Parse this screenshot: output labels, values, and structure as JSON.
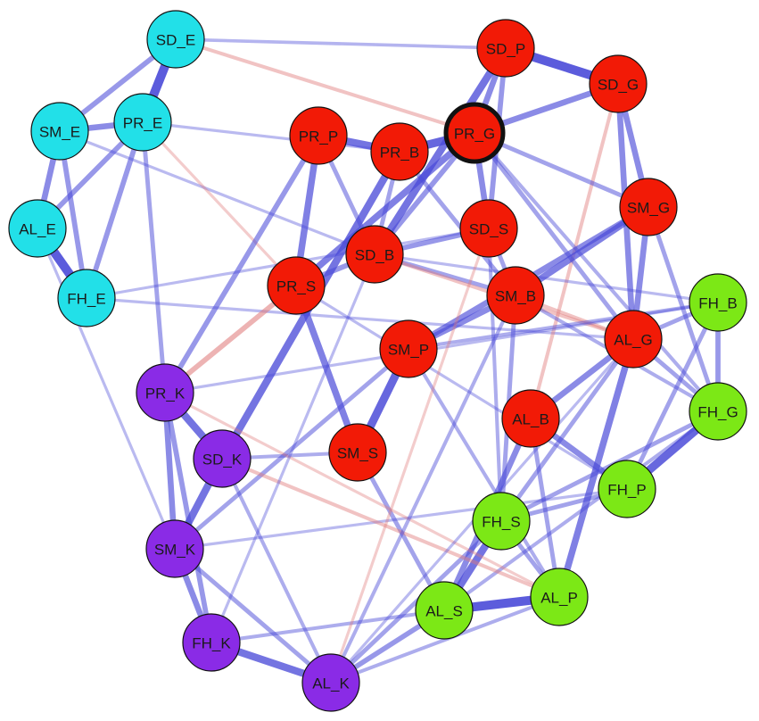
{
  "groups": {
    "cyan": {
      "color": "#22e0e8"
    },
    "red": {
      "color": "#f21a06"
    },
    "purple": {
      "color": "#8a2be6"
    },
    "green": {
      "color": "#7ce816"
    }
  },
  "edge_colors": {
    "positive": "#4a4ad8",
    "negative": "#e07a7a"
  },
  "highlighted_node": "PR_G",
  "nodes": [
    {
      "id": "SD_E",
      "label": "SD_E",
      "group": "cyan"
    },
    {
      "id": "SM_E",
      "label": "SM_E",
      "group": "cyan"
    },
    {
      "id": "PR_E",
      "label": "PR_E",
      "group": "cyan"
    },
    {
      "id": "AL_E",
      "label": "AL_E",
      "group": "cyan"
    },
    {
      "id": "FH_E",
      "label": "FH_E",
      "group": "cyan"
    },
    {
      "id": "SD_P",
      "label": "SD_P",
      "group": "red"
    },
    {
      "id": "SD_G",
      "label": "SD_G",
      "group": "red"
    },
    {
      "id": "PR_P",
      "label": "PR_P",
      "group": "red"
    },
    {
      "id": "PR_B",
      "label": "PR_B",
      "group": "red"
    },
    {
      "id": "PR_G",
      "label": "PR_G",
      "group": "red"
    },
    {
      "id": "SD_S",
      "label": "SD_S",
      "group": "red"
    },
    {
      "id": "SM_G",
      "label": "SM_G",
      "group": "red"
    },
    {
      "id": "SD_B",
      "label": "SD_B",
      "group": "red"
    },
    {
      "id": "PR_S",
      "label": "PR_S",
      "group": "red"
    },
    {
      "id": "SM_B",
      "label": "SM_B",
      "group": "red"
    },
    {
      "id": "SM_P",
      "label": "SM_P",
      "group": "red"
    },
    {
      "id": "AL_G",
      "label": "AL_G",
      "group": "red"
    },
    {
      "id": "AL_B",
      "label": "AL_B",
      "group": "red"
    },
    {
      "id": "SM_S",
      "label": "SM_S",
      "group": "red"
    },
    {
      "id": "FH_B",
      "label": "FH_B",
      "group": "green"
    },
    {
      "id": "FH_G",
      "label": "FH_G",
      "group": "green"
    },
    {
      "id": "FH_P",
      "label": "FH_P",
      "group": "green"
    },
    {
      "id": "FH_S",
      "label": "FH_S",
      "group": "green"
    },
    {
      "id": "AL_S",
      "label": "AL_S",
      "group": "green"
    },
    {
      "id": "AL_P",
      "label": "AL_P",
      "group": "green"
    },
    {
      "id": "PR_K",
      "label": "PR_K",
      "group": "purple"
    },
    {
      "id": "SD_K",
      "label": "SD_K",
      "group": "purple"
    },
    {
      "id": "SM_K",
      "label": "SM_K",
      "group": "purple"
    },
    {
      "id": "FH_K",
      "label": "FH_K",
      "group": "purple"
    },
    {
      "id": "AL_K",
      "label": "AL_K",
      "group": "purple"
    }
  ],
  "edges": [
    {
      "from": "SD_E",
      "to": "PR_E",
      "sign": "positive",
      "strength": 1.0
    },
    {
      "from": "SD_E",
      "to": "SM_E",
      "sign": "positive",
      "strength": 0.5
    },
    {
      "from": "SD_E",
      "to": "SD_P",
      "sign": "positive",
      "strength": 0.25
    },
    {
      "from": "SD_E",
      "to": "PR_G",
      "sign": "negative",
      "strength": 0.3
    },
    {
      "from": "SM_E",
      "to": "PR_E",
      "sign": "positive",
      "strength": 0.6
    },
    {
      "from": "SM_E",
      "to": "AL_E",
      "sign": "positive",
      "strength": 0.6
    },
    {
      "from": "SM_E",
      "to": "FH_E",
      "sign": "positive",
      "strength": 0.5
    },
    {
      "from": "SM_E",
      "to": "SD_B",
      "sign": "positive",
      "strength": 0.2
    },
    {
      "from": "PR_E",
      "to": "AL_E",
      "sign": "positive",
      "strength": 0.5
    },
    {
      "from": "PR_E",
      "to": "FH_E",
      "sign": "positive",
      "strength": 0.5
    },
    {
      "from": "PR_E",
      "to": "PR_K",
      "sign": "positive",
      "strength": 0.4
    },
    {
      "from": "PR_E",
      "to": "PR_S",
      "sign": "negative",
      "strength": 0.2
    },
    {
      "from": "PR_E",
      "to": "PR_B",
      "sign": "positive",
      "strength": 0.2
    },
    {
      "from": "AL_E",
      "to": "FH_E",
      "sign": "positive",
      "strength": 1.0
    },
    {
      "from": "AL_E",
      "to": "SM_K",
      "sign": "positive",
      "strength": 0.2
    },
    {
      "from": "FH_E",
      "to": "AL_G",
      "sign": "positive",
      "strength": 0.2
    },
    {
      "from": "FH_E",
      "to": "SD_S",
      "sign": "positive",
      "strength": 0.2
    },
    {
      "from": "SD_P",
      "to": "SD_G",
      "sign": "positive",
      "strength": 1.0
    },
    {
      "from": "SD_P",
      "to": "PR_G",
      "sign": "positive",
      "strength": 0.6
    },
    {
      "from": "SD_P",
      "to": "SD_B",
      "sign": "positive",
      "strength": 0.8
    },
    {
      "from": "SD_P",
      "to": "SD_S",
      "sign": "positive",
      "strength": 0.5
    },
    {
      "from": "SD_G",
      "to": "PR_G",
      "sign": "positive",
      "strength": 0.6
    },
    {
      "from": "SD_G",
      "to": "SM_G",
      "sign": "positive",
      "strength": 0.6
    },
    {
      "from": "SD_G",
      "to": "AL_G",
      "sign": "positive",
      "strength": 0.6
    },
    {
      "from": "SD_G",
      "to": "AL_B",
      "sign": "negative",
      "strength": 0.3
    },
    {
      "from": "PR_P",
      "to": "PR_B",
      "sign": "positive",
      "strength": 0.8
    },
    {
      "from": "PR_P",
      "to": "PR_S",
      "sign": "positive",
      "strength": 0.7
    },
    {
      "from": "PR_P",
      "to": "PR_K",
      "sign": "positive",
      "strength": 0.5
    },
    {
      "from": "PR_P",
      "to": "SD_B",
      "sign": "positive",
      "strength": 0.4
    },
    {
      "from": "PR_B",
      "to": "PR_G",
      "sign": "positive",
      "strength": 0.9
    },
    {
      "from": "PR_B",
      "to": "SD_K",
      "sign": "positive",
      "strength": 0.8
    },
    {
      "from": "PR_B",
      "to": "SD_B",
      "sign": "positive",
      "strength": 0.4
    },
    {
      "from": "PR_B",
      "to": "SM_B",
      "sign": "positive",
      "strength": 0.4
    },
    {
      "from": "PR_G",
      "to": "PR_S",
      "sign": "positive",
      "strength": 0.7
    },
    {
      "from": "PR_G",
      "to": "SD_S",
      "sign": "positive",
      "strength": 0.6
    },
    {
      "from": "PR_G",
      "to": "SD_B",
      "sign": "positive",
      "strength": 0.5
    },
    {
      "from": "PR_G",
      "to": "SM_G",
      "sign": "positive",
      "strength": 0.4
    },
    {
      "from": "PR_G",
      "to": "FH_G",
      "sign": "positive",
      "strength": 0.3
    },
    {
      "from": "PR_G",
      "to": "AL_G",
      "sign": "positive",
      "strength": 0.4
    },
    {
      "from": "SD_S",
      "to": "SD_B",
      "sign": "positive",
      "strength": 0.5
    },
    {
      "from": "SD_S",
      "to": "SM_B",
      "sign": "positive",
      "strength": 0.4
    },
    {
      "from": "SD_S",
      "to": "FH_S",
      "sign": "positive",
      "strength": 0.3
    },
    {
      "from": "SM_G",
      "to": "AL_G",
      "sign": "positive",
      "strength": 0.6
    },
    {
      "from": "SM_G",
      "to": "SM_B",
      "sign": "positive",
      "strength": 0.7
    },
    {
      "from": "SM_G",
      "to": "SM_P",
      "sign": "positive",
      "strength": 0.6
    },
    {
      "from": "SM_G",
      "to": "FH_G",
      "sign": "positive",
      "strength": 0.4
    },
    {
      "from": "SD_B",
      "to": "PR_S",
      "sign": "positive",
      "strength": 0.5
    },
    {
      "from": "SD_B",
      "to": "SM_B",
      "sign": "positive",
      "strength": 0.4
    },
    {
      "from": "SD_B",
      "to": "AL_G",
      "sign": "negative",
      "strength": 0.3
    },
    {
      "from": "SD_B",
      "to": "FH_B",
      "sign": "positive",
      "strength": 0.2
    },
    {
      "from": "PR_S",
      "to": "SM_S",
      "sign": "positive",
      "strength": 0.7
    },
    {
      "from": "PR_S",
      "to": "PR_K",
      "sign": "negative",
      "strength": 0.5
    },
    {
      "from": "PR_S",
      "to": "FH_P",
      "sign": "positive",
      "strength": 0.2
    },
    {
      "from": "SM_B",
      "to": "SM_P",
      "sign": "positive",
      "strength": 0.6
    },
    {
      "from": "SM_B",
      "to": "FH_S",
      "sign": "positive",
      "strength": 0.4
    },
    {
      "from": "SM_B",
      "to": "AL_G",
      "sign": "negative",
      "strength": 0.3
    },
    {
      "from": "SM_B",
      "to": "FH_G",
      "sign": "positive",
      "strength": 0.3
    },
    {
      "from": "SM_P",
      "to": "SM_S",
      "sign": "positive",
      "strength": 0.9
    },
    {
      "from": "SM_P",
      "to": "FH_B",
      "sign": "positive",
      "strength": 0.3
    },
    {
      "from": "SM_P",
      "to": "AL_P",
      "sign": "positive",
      "strength": 0.3
    },
    {
      "from": "SM_P",
      "to": "SM_K",
      "sign": "positive",
      "strength": 0.4
    },
    {
      "from": "AL_G",
      "to": "AL_B",
      "sign": "positive",
      "strength": 0.6
    },
    {
      "from": "AL_G",
      "to": "AL_P",
      "sign": "positive",
      "strength": 0.7
    },
    {
      "from": "AL_G",
      "to": "FH_B",
      "sign": "positive",
      "strength": 0.4
    },
    {
      "from": "AL_G",
      "to": "FH_G",
      "sign": "positive",
      "strength": 0.4
    },
    {
      "from": "AL_G",
      "to": "FH_S",
      "sign": "positive",
      "strength": 0.4
    },
    {
      "from": "AL_B",
      "to": "AL_S",
      "sign": "positive",
      "strength": 0.6
    },
    {
      "from": "AL_B",
      "to": "FH_P",
      "sign": "positive",
      "strength": 0.6
    },
    {
      "from": "AL_B",
      "to": "AL_P",
      "sign": "positive",
      "strength": 0.4
    },
    {
      "from": "SM_S",
      "to": "AL_S",
      "sign": "positive",
      "strength": 0.4
    },
    {
      "from": "SM_S",
      "to": "SD_K",
      "sign": "positive",
      "strength": 0.3
    },
    {
      "from": "FH_B",
      "to": "FH_G",
      "sign": "positive",
      "strength": 0.5
    },
    {
      "from": "FH_B",
      "to": "FH_P",
      "sign": "positive",
      "strength": 0.4
    },
    {
      "from": "FH_B",
      "to": "PR_K",
      "sign": "positive",
      "strength": 0.2
    },
    {
      "from": "FH_G",
      "to": "FH_P",
      "sign": "positive",
      "strength": 0.9
    },
    {
      "from": "FH_G",
      "to": "FH_S",
      "sign": "positive",
      "strength": 0.4
    },
    {
      "from": "FH_G",
      "to": "AL_S",
      "sign": "positive",
      "strength": 0.3
    },
    {
      "from": "FH_P",
      "to": "FH_S",
      "sign": "positive",
      "strength": 0.4
    },
    {
      "from": "FH_P",
      "to": "SM_K",
      "sign": "positive",
      "strength": 0.2
    },
    {
      "from": "FH_S",
      "to": "AL_S",
      "sign": "positive",
      "strength": 0.8
    },
    {
      "from": "FH_S",
      "to": "AL_P",
      "sign": "positive",
      "strength": 0.4
    },
    {
      "from": "FH_S",
      "to": "AL_K",
      "sign": "positive",
      "strength": 0.4
    },
    {
      "from": "AL_S",
      "to": "AL_P",
      "sign": "positive",
      "strength": 1.0
    },
    {
      "from": "AL_S",
      "to": "AL_K",
      "sign": "positive",
      "strength": 0.5
    },
    {
      "from": "AL_S",
      "to": "FH_K",
      "sign": "positive",
      "strength": 0.3
    },
    {
      "from": "AL_P",
      "to": "SD_K",
      "sign": "negative",
      "strength": 0.3
    },
    {
      "from": "AL_P",
      "to": "AL_K",
      "sign": "positive",
      "strength": 0.3
    },
    {
      "from": "AL_P",
      "to": "PR_K",
      "sign": "negative",
      "strength": 0.2
    },
    {
      "from": "PR_K",
      "to": "SD_K",
      "sign": "positive",
      "strength": 0.8
    },
    {
      "from": "PR_K",
      "to": "SM_K",
      "sign": "positive",
      "strength": 0.6
    },
    {
      "from": "PR_K",
      "to": "FH_K",
      "sign": "positive",
      "strength": 0.5
    },
    {
      "from": "SD_K",
      "to": "SM_K",
      "sign": "positive",
      "strength": 0.8
    },
    {
      "from": "SD_K",
      "to": "AL_K",
      "sign": "positive",
      "strength": 0.3
    },
    {
      "from": "SM_K",
      "to": "FH_K",
      "sign": "positive",
      "strength": 0.6
    },
    {
      "from": "SM_K",
      "to": "AL_K",
      "sign": "positive",
      "strength": 0.4
    },
    {
      "from": "FH_K",
      "to": "AL_K",
      "sign": "positive",
      "strength": 0.8
    },
    {
      "from": "AL_K",
      "to": "SM_B",
      "sign": "positive",
      "strength": 0.3
    },
    {
      "from": "AL_K",
      "to": "AL_G",
      "sign": "positive",
      "strength": 0.2
    },
    {
      "from": "FH_K",
      "to": "SD_B",
      "sign": "positive",
      "strength": 0.2
    },
    {
      "from": "AL_K",
      "to": "SD_S",
      "sign": "negative",
      "strength": 0.2
    }
  ]
}
